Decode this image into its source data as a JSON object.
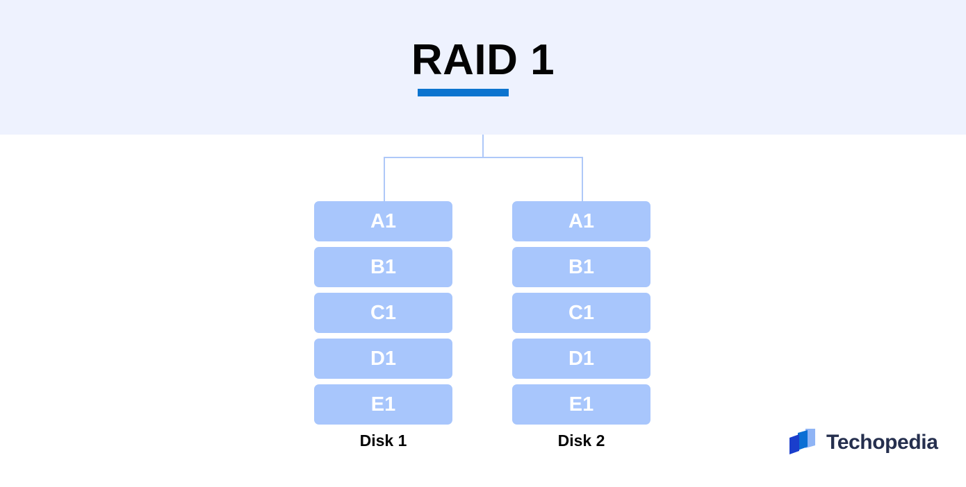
{
  "header": {
    "title": "RAID 1",
    "accent_color": "#0c74cf",
    "background_color": "#eef2fe"
  },
  "diagram": {
    "connector_color": "#aec8f8",
    "block_color": "#a8c6fc",
    "block_text_color": "#ffffff",
    "columns": [
      {
        "label": "Disk 1",
        "blocks": [
          "A1",
          "B1",
          "C1",
          "D1",
          "E1"
        ]
      },
      {
        "label": "Disk 2",
        "blocks": [
          "A1",
          "B1",
          "C1",
          "D1",
          "E1"
        ]
      }
    ]
  },
  "brand": {
    "name": "Techopedia",
    "mark_colors": {
      "dark": "#1a3ecc",
      "mid": "#0b6fd4",
      "light": "#8fb4f5"
    },
    "text_color": "#252f4e"
  }
}
